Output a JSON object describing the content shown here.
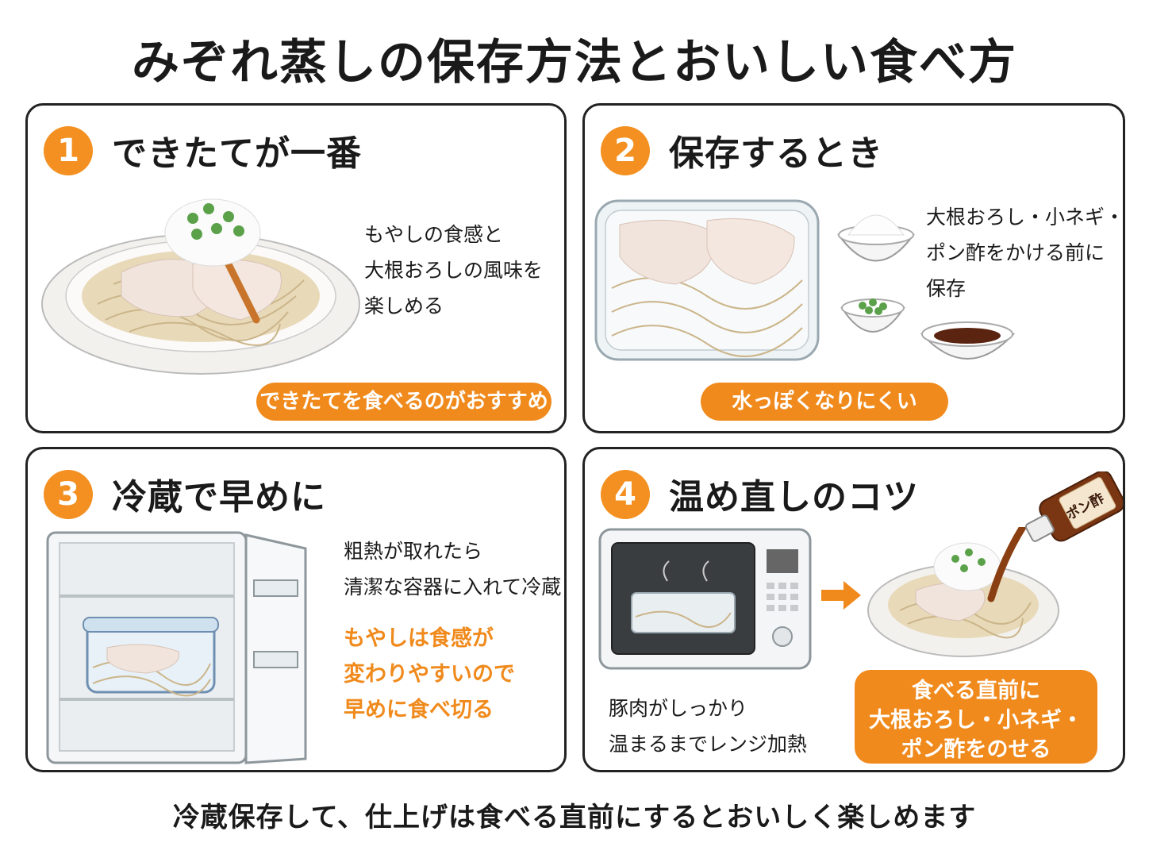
{
  "title": "みぞれ蒸しの保存方法とおいしい食べ方",
  "panels": [
    {
      "number": "1",
      "title": "できたてが一番",
      "text_lines": [
        "もやしの食感と",
        "大根おろしの風味を",
        "楽しめる"
      ],
      "badge": "できたてを食べるのがおすすめ"
    },
    {
      "number": "2",
      "title": "保存するとき",
      "text_lines": [
        "大根おろし・小ネギ・",
        "ポン酢をかける前に",
        "保存"
      ],
      "badge": "水っぽくなりにくい"
    },
    {
      "number": "3",
      "title": "冷蔵で早めに",
      "text_lines": [
        "粗熱が取れたら",
        "清潔な容器に入れて冷蔵"
      ],
      "highlight_lines": [
        "もやしは食感が",
        "変わりやすいので",
        "早めに食べ切る"
      ]
    },
    {
      "number": "4",
      "title": "温め直しのコツ",
      "bottle_label": "ポン酢",
      "text_lines": [
        "豚肉がしっかり",
        "温まるまでレンジ加熱"
      ],
      "box_lines": [
        "食べる直前に",
        "大根おろし・小ネギ・",
        "ポン酢をのせる"
      ]
    }
  ],
  "footer": "冷蔵保存して、仕上げは食べる直前にするとおいしく楽しめます",
  "colors": {
    "accent": "#f08a1c",
    "border": "#222222",
    "text": "#1a1a1a"
  }
}
